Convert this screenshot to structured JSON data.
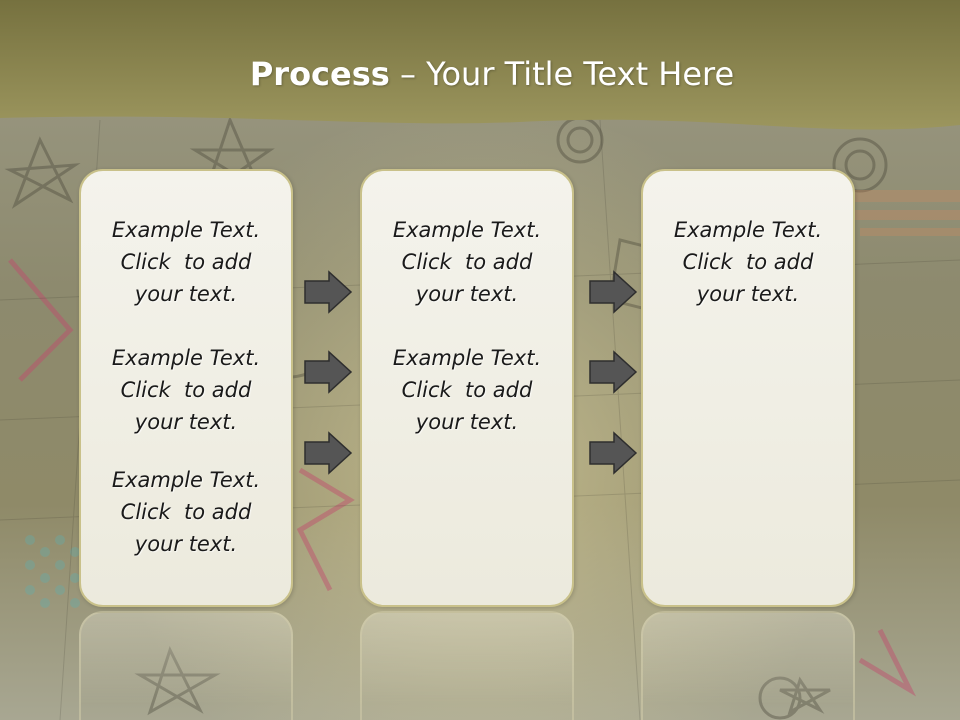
{
  "title": {
    "bold": "Process",
    "rest": "– Your Title Text Here"
  },
  "columns": [
    {
      "items": [
        "Example Text.\nClick  to add\nyour text.",
        "Example Text.\nClick  to add\nyour text.",
        "Example Text.\nClick  to add\nyour text."
      ]
    },
    {
      "items": [
        "Example Text.\nClick  to add\nyour text.",
        "Example Text.\nClick  to add\nyour text."
      ]
    },
    {
      "items": [
        "Example Text.\nClick  to add\nyour text."
      ]
    }
  ],
  "icons": {
    "arrow": "right-arrow-icon"
  },
  "colors": {
    "header_band": "#8e8a55",
    "box_border": "#c9c18a",
    "arrow_fill": "#555555"
  }
}
